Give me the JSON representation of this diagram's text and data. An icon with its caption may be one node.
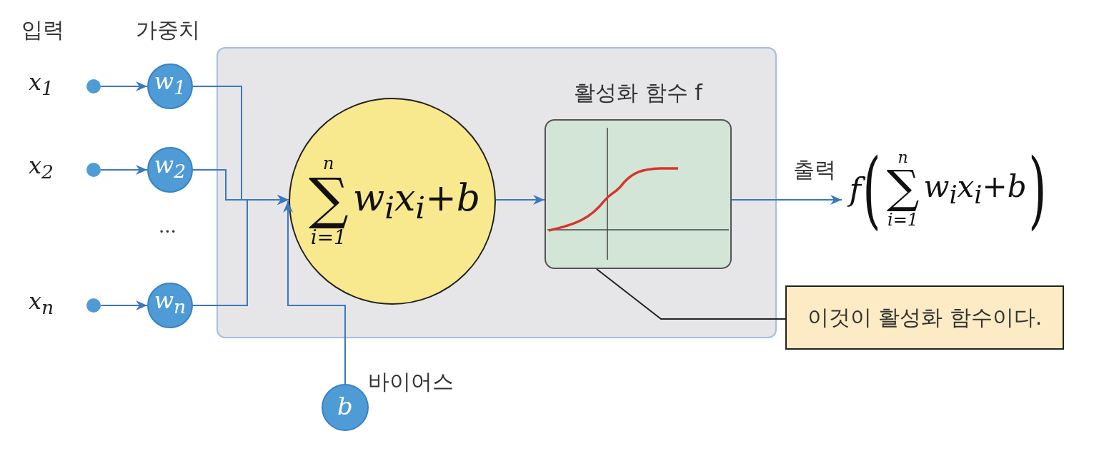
{
  "diagram": {
    "nodes": [
      {
        "text": [],
        "shape": "circle",
        "beside": [
          "x$_{1}$"
        ]
      },
      {
        "text": [],
        "shape": "circle",
        "beside": [
          "x$_{2}$"
        ]
      },
      {
        "text": [],
        "shape": "circle",
        "beside": [
          "x$_{n}$"
        ]
      },
      {
        "text": [
          "w$_{1}$"
        ]
      },
      {
        "text": [
          "w$_{2}$"
        ]
      },
      {
        "text": [
          "w$_{n}$"
        ]
      },
      {
        "text": [],
        "shape": "box"
      },
      {
        "text": [
          "n",
          "∑",
          "*i*=1",
          "w$_{i}$x$_{i}$+b"
        ],
        "in": 6
      },
      {
        "text": [
          "활성화 함수 f"
        ],
        "in": 6
      },
      {
        "text": [
          "f",
          "(",
          "n",
          "∑",
          "*i*=1",
          "w$_{i}$x$_{i}$+b",
          ")"
        ]
      },
      {
        "text": [
          "이것이 활성화 함수이다."
        ]
      },
      {
        "text": [
          "b"
        ],
        "beside": [
          "바이어스"
        ]
      }
    ],
    "edges": [
      {
        "from": 0,
        "to": 3,
        "arrow": "to"
      },
      {
        "from": 1,
        "to": 4,
        "arrow": "to"
      },
      {
        "from": 2,
        "to": 5,
        "arrow": "to"
      },
      {
        "from": 3,
        "to": 7,
        "arrow": "to"
      },
      {
        "from": 4,
        "to": 7,
        "arrow": "to"
      },
      {
        "from": 5,
        "to": 7,
        "arrow": "to"
      },
      {
        "from": 11,
        "to": 7,
        "arrow": "to"
      },
      {
        "from": 7,
        "to": 8,
        "arrow": "to"
      },
      {
        "from": 8,
        "to": 9,
        "arrow": "to",
        "label": "출력"
      },
      {
        "from": 10,
        "to": 8,
        "arrow": "none",
        "color": "#222222"
      }
    ],
    "labels": [
      "입력",
      "가중치",
      "..."
    ]
  }
}
